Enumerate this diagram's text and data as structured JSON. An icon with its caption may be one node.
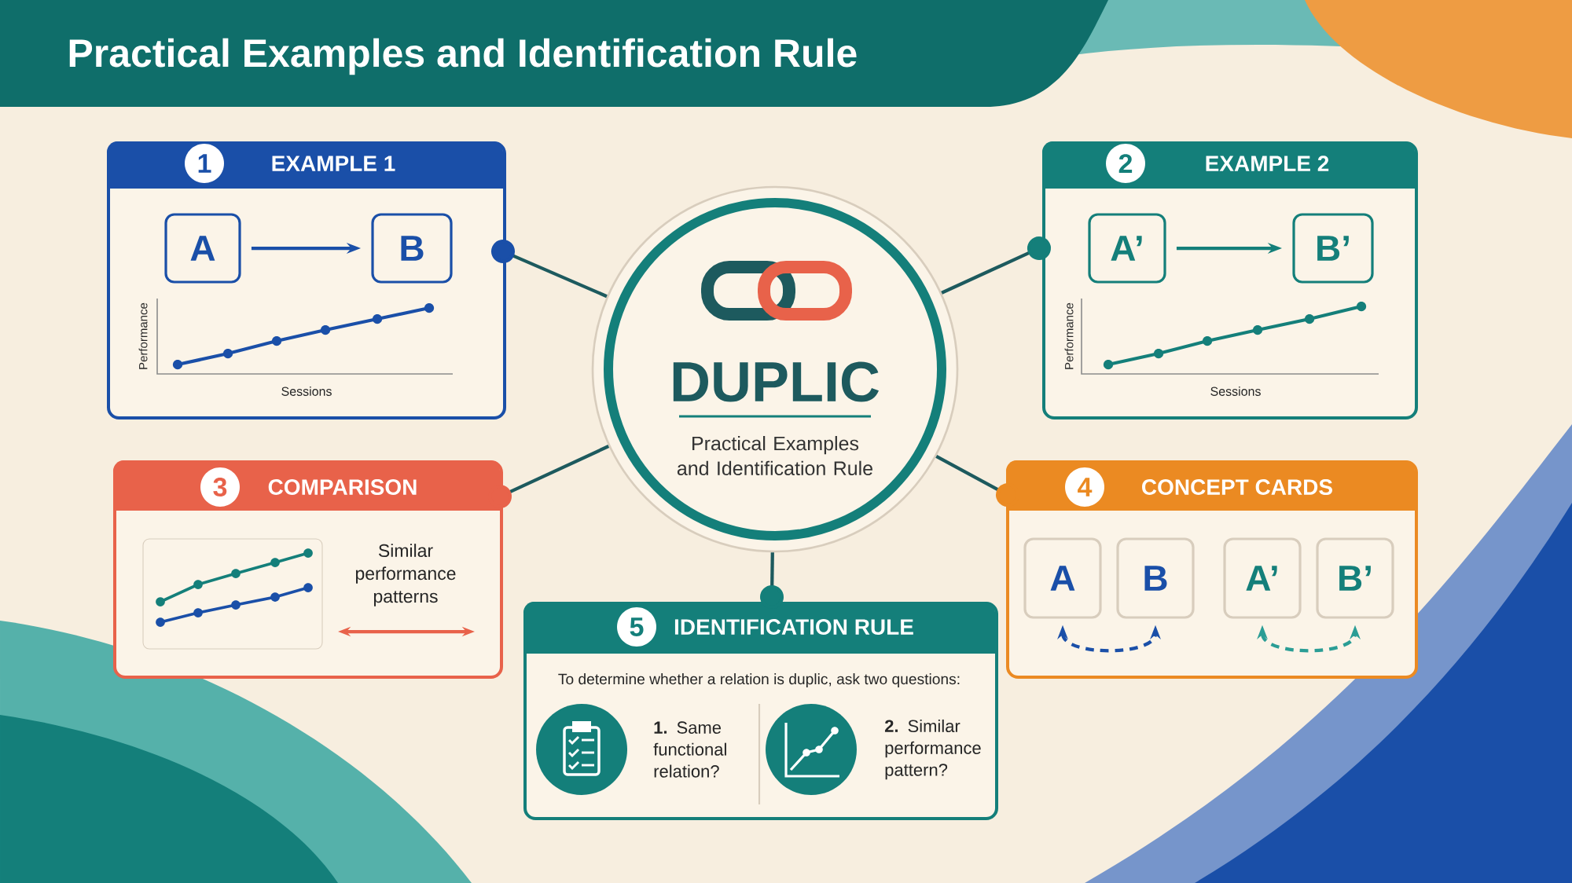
{
  "diagram": {
    "title": "Practical Examples and Identification Rule",
    "nodes": [
      {
        "text": [
          "DUPLIC",
          "Practical Examples and Identification Rule"
        ]
      },
      {
        "text": [
          "1",
          "EXAMPLE 1",
          "Performance",
          "Sessions"
        ]
      },
      {
        "text": [
          "A"
        ],
        "in": 1
      },
      {
        "text": [
          "B"
        ],
        "in": 1
      },
      {
        "text": [
          "2",
          "EXAMPLE 2",
          "Performance",
          "Sessions"
        ]
      },
      {
        "text": [
          "A’"
        ],
        "in": 4
      },
      {
        "text": [
          "B’"
        ],
        "in": 4
      },
      {
        "text": [
          "3",
          "COMPARISON",
          "Similar performance patterns"
        ]
      },
      {
        "text": [
          "4",
          "CONCEPT CARDS"
        ]
      },
      {
        "text": [
          "A"
        ],
        "in": 8
      },
      {
        "text": [
          "B"
        ],
        "in": 8
      },
      {
        "text": [
          "A’"
        ],
        "in": 8
      },
      {
        "text": [
          "B’"
        ],
        "in": 8
      },
      {
        "text": [
          "5",
          "IDENTIFICATION RULE",
          "To determine whether a relation is duplic, ask two questions:",
          "**1.** Same functional relation?",
          "**2.** Similar performance pattern?"
        ]
      }
    ],
    "edges": [
      {
        "from": 0,
        "to": 1,
        "arrow": "other"
      },
      {
        "from": 0,
        "to": 4,
        "arrow": "other"
      },
      {
        "from": 0,
        "to": 7,
        "arrow": "other"
      },
      {
        "from": 0,
        "to": 8,
        "arrow": "other"
      },
      {
        "from": 0,
        "to": 13,
        "arrow": "other"
      },
      {
        "from": 2,
        "to": 3,
        "arrow": "to",
        "color": "#1a4fa8"
      },
      {
        "from": 5,
        "to": 6,
        "arrow": "to",
        "color": "#147f7a"
      },
      {
        "from": 9,
        "to": 10,
        "arrow": "both",
        "style": "dashed",
        "color": "#1a4fa8"
      },
      {
        "from": 11,
        "to": 12,
        "arrow": "both",
        "style": "dashed",
        "color": "#2a9d95"
      }
    ]
  }
}
